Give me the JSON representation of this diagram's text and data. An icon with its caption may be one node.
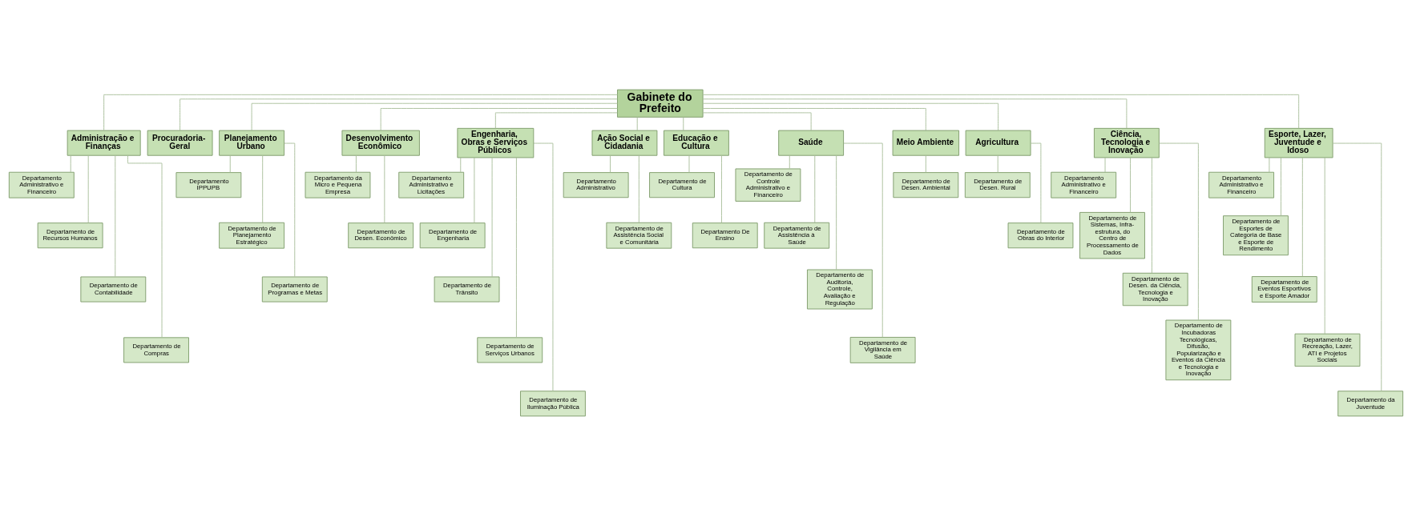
{
  "diagram": {
    "nodes": [
      {
        "text": [
          "Gabinete do Prefeito"
        ]
      },
      {
        "text": [
          "Administração e Finanças"
        ]
      },
      {
        "text": [
          "Departamento Administrativo e Financeiro"
        ]
      },
      {
        "text": [
          "Departamento de Recursos Humanos"
        ]
      },
      {
        "text": [
          "Departamento de Contabilidade"
        ]
      },
      {
        "text": [
          "Departamento de Compras"
        ]
      },
      {
        "text": [
          "Procuradoria-Geral"
        ]
      },
      {
        "text": [
          "Planejamento Urbano"
        ]
      },
      {
        "text": [
          "Departamento IPPUPB"
        ]
      },
      {
        "text": [
          "Departamento de Planejamento Estratégico"
        ]
      },
      {
        "text": [
          "Departamento de Programas e Metas"
        ]
      },
      {
        "text": [
          "Desenvolvimento Econômico"
        ]
      },
      {
        "text": [
          "Departamento da Micro e Pequena Empresa"
        ]
      },
      {
        "text": [
          "Departamento de Desen. Econômico"
        ]
      },
      {
        "text": [
          "Engenharia, Obras e Serviços Públicos"
        ]
      },
      {
        "text": [
          "Departamento Administrativo e Licitações"
        ]
      },
      {
        "text": [
          "Departamento de Engenharia"
        ]
      },
      {
        "text": [
          "Departamento de Trânsito"
        ]
      },
      {
        "text": [
          "Departamento de Serviços Urbanos"
        ]
      },
      {
        "text": [
          "Departamento de Iluminação Pública"
        ]
      },
      {
        "text": [
          "Ação Social e Cidadania"
        ]
      },
      {
        "text": [
          "Departamento Administrativo"
        ]
      },
      {
        "text": [
          "Departamento de Assistência Social e Comunitária"
        ]
      },
      {
        "text": [
          "Educação e Cultura"
        ]
      },
      {
        "text": [
          "Departamento de Cultura"
        ]
      },
      {
        "text": [
          "Departamento De Ensino"
        ]
      },
      {
        "text": [
          "Saúde"
        ]
      },
      {
        "text": [
          "Departamento de Controle Administrativo e Financeiro"
        ]
      },
      {
        "text": [
          "Departamento de Assistência à Saúde"
        ]
      },
      {
        "text": [
          "Departamento de Auditoria, Controle, Avaliação e Regulação"
        ]
      },
      {
        "text": [
          "Departamento de Vigilância em Saúde"
        ]
      },
      {
        "text": [
          "Meio Ambiente"
        ]
      },
      {
        "text": [
          "Departamento de Desen. Ambiental"
        ]
      },
      {
        "text": [
          "Agricultura"
        ]
      },
      {
        "text": [
          "Departamento de Desen. Rural"
        ]
      },
      {
        "text": [
          "Departamento de Obras do Interior"
        ]
      },
      {
        "text": [
          "Ciência, Tecnologia e Inovação"
        ]
      },
      {
        "text": [
          "Departamento Administrativo e Financeiro"
        ]
      },
      {
        "text": [
          "Departamento de Sistemas, Infra-estrutura, do Centro de Processamento de Dados"
        ]
      },
      {
        "text": [
          "Departamento de Desen. da Ciência, Tecnologia e Inovação"
        ]
      },
      {
        "text": [
          "Departamento de Incubadoras Tecnológicas, Difusão, Popularização e Eventos da Ciência e Tecnologia e Inovação"
        ]
      },
      {
        "text": [
          "Esporte, Lazer, Juventude e Idoso"
        ]
      },
      {
        "text": [
          "Departamento Administrativo e Financeiro"
        ]
      },
      {
        "text": [
          "Departamento de Esportes de Categoria de Base e Esporte de Rendimento"
        ]
      },
      {
        "text": [
          "Departamento de Eventos Esportivos e Esporte Amador"
        ]
      },
      {
        "text": [
          "Departamento de Recreação, Lazer, ATI e Projetos Sociais"
        ]
      },
      {
        "text": [
          "Departamento da Juventude"
        ]
      }
    ],
    "edges": [
      {
        "from": 0,
        "to": 1,
        "arrow": "none"
      },
      {
        "from": 0,
        "to": 6,
        "arrow": "none"
      },
      {
        "from": 0,
        "to": 7,
        "arrow": "none"
      },
      {
        "from": 0,
        "to": 11,
        "arrow": "none"
      },
      {
        "from": 0,
        "to": 14,
        "arrow": "none"
      },
      {
        "from": 0,
        "to": 20,
        "arrow": "none"
      },
      {
        "from": 0,
        "to": 23,
        "arrow": "none"
      },
      {
        "from": 0,
        "to": 26,
        "arrow": "none"
      },
      {
        "from": 0,
        "to": 31,
        "arrow": "none"
      },
      {
        "from": 0,
        "to": 33,
        "arrow": "none"
      },
      {
        "from": 0,
        "to": 36,
        "arrow": "none"
      },
      {
        "from": 0,
        "to": 41,
        "arrow": "none"
      },
      {
        "from": 1,
        "to": 2,
        "arrow": "none"
      },
      {
        "from": 1,
        "to": 3,
        "arrow": "none"
      },
      {
        "from": 1,
        "to": 4,
        "arrow": "none"
      },
      {
        "from": 1,
        "to": 5,
        "arrow": "none"
      },
      {
        "from": 7,
        "to": 8,
        "arrow": "none"
      },
      {
        "from": 7,
        "to": 9,
        "arrow": "none"
      },
      {
        "from": 7,
        "to": 10,
        "arrow": "none"
      },
      {
        "from": 11,
        "to": 12,
        "arrow": "none"
      },
      {
        "from": 11,
        "to": 13,
        "arrow": "none"
      },
      {
        "from": 14,
        "to": 15,
        "arrow": "none"
      },
      {
        "from": 14,
        "to": 16,
        "arrow": "none"
      },
      {
        "from": 14,
        "to": 17,
        "arrow": "none"
      },
      {
        "from": 14,
        "to": 18,
        "arrow": "none"
      },
      {
        "from": 14,
        "to": 19,
        "arrow": "none"
      },
      {
        "from": 20,
        "to": 21,
        "arrow": "none"
      },
      {
        "from": 20,
        "to": 22,
        "arrow": "none"
      },
      {
        "from": 23,
        "to": 24,
        "arrow": "none"
      },
      {
        "from": 23,
        "to": 25,
        "arrow": "none"
      },
      {
        "from": 26,
        "to": 27,
        "arrow": "none"
      },
      {
        "from": 26,
        "to": 28,
        "arrow": "none"
      },
      {
        "from": 26,
        "to": 29,
        "arrow": "none"
      },
      {
        "from": 26,
        "to": 30,
        "arrow": "none"
      },
      {
        "from": 31,
        "to": 32,
        "arrow": "none"
      },
      {
        "from": 33,
        "to": 34,
        "arrow": "none"
      },
      {
        "from": 33,
        "to": 35,
        "arrow": "none"
      },
      {
        "from": 36,
        "to": 37,
        "arrow": "none"
      },
      {
        "from": 36,
        "to": 38,
        "arrow": "none"
      },
      {
        "from": 36,
        "to": 39,
        "arrow": "none"
      },
      {
        "from": 36,
        "to": 40,
        "arrow": "none"
      },
      {
        "from": 41,
        "to": 42,
        "arrow": "none"
      },
      {
        "from": 41,
        "to": 43,
        "arrow": "none"
      },
      {
        "from": 41,
        "to": 44,
        "arrow": "none"
      },
      {
        "from": 41,
        "to": 45,
        "arrow": "none"
      },
      {
        "from": 41,
        "to": 46,
        "arrow": "none"
      }
    ]
  }
}
